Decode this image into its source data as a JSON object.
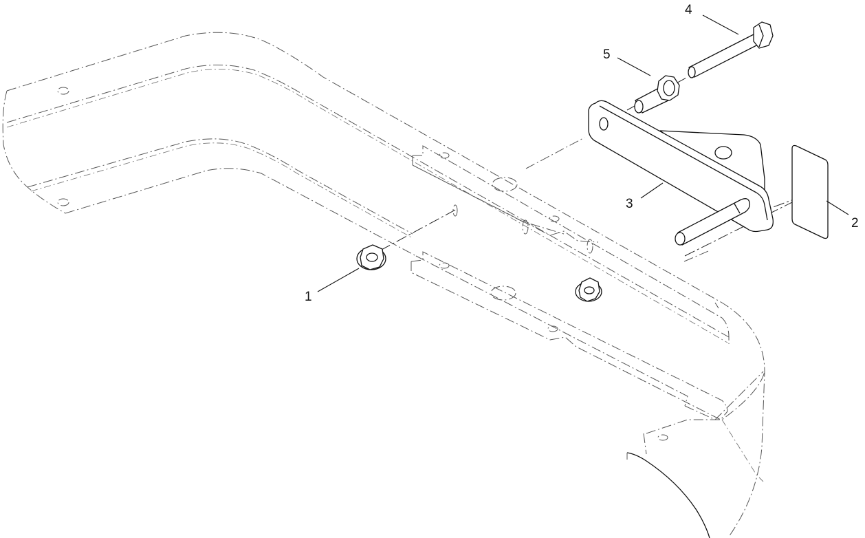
{
  "diagram": {
    "callouts": [
      {
        "id": "1",
        "label": "1"
      },
      {
        "id": "2",
        "label": "2"
      },
      {
        "id": "3",
        "label": "3"
      },
      {
        "id": "4",
        "label": "4"
      },
      {
        "id": "5",
        "label": "5"
      }
    ]
  },
  "colors": {
    "line": "#111111",
    "ghost_line": "#555555",
    "background": "#ffffff"
  }
}
